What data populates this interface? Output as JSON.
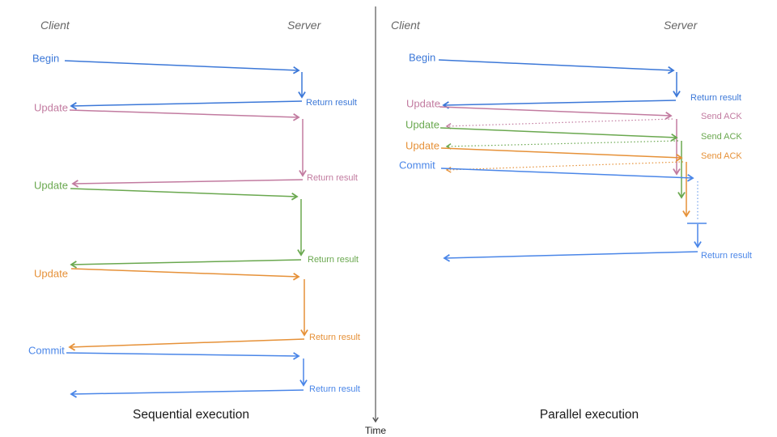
{
  "diagram": {
    "time_axis_label": "Time",
    "colors": {
      "begin_blue": "#3c78d8",
      "commit_blue": "#4a86e8",
      "update_pink": "#c27ba0",
      "update_green": "#6aa84f",
      "update_orange": "#e69138",
      "axis_gray": "#555555",
      "header_gray": "#666666"
    },
    "left": {
      "title": "Sequential execution",
      "client_header": "Client",
      "server_header": "Server",
      "events": [
        {
          "label": "Begin",
          "color": "#3c78d8",
          "response": "Return result"
        },
        {
          "label": "Update",
          "color": "#c27ba0",
          "response": "Return result"
        },
        {
          "label": "Update",
          "color": "#6aa84f",
          "response": "Return result"
        },
        {
          "label": "Update",
          "color": "#e69138",
          "response": "Return result"
        },
        {
          "label": "Commit",
          "color": "#4a86e8",
          "response": "Return result"
        }
      ]
    },
    "right": {
      "title": "Parallel execution",
      "client_header": "Client",
      "server_header": "Server",
      "events": [
        {
          "label": "Begin",
          "color": "#3c78d8",
          "response": "Return result"
        },
        {
          "label": "Update",
          "color": "#c27ba0",
          "response": "Send ACK"
        },
        {
          "label": "Update",
          "color": "#6aa84f",
          "response": "Send ACK"
        },
        {
          "label": "Update",
          "color": "#e69138",
          "response": "Send ACK"
        },
        {
          "label": "Commit",
          "color": "#4a86e8",
          "response": "Return result"
        }
      ]
    }
  }
}
